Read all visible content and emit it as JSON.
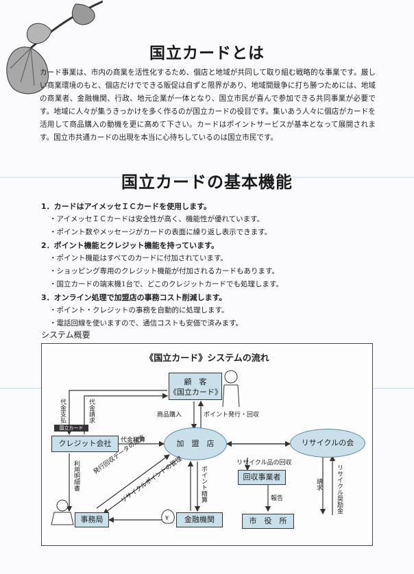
{
  "heading_main": "国立カードとは",
  "intro_text": "カード事業は、市内の商業を活性化するため、個店と地域が共同して取り組む戦略的な事業です。厳しい商業環境のもと、個店だけでできる販促は自ずと限界があり、地域間競争に打ち勝つためには、地域の商業者、金融機関、行政、地元企業が一体となり、国立市民が喜んで参加できる共同事業が必要です。地域に人々が集うきっかけを多く作るのが国立カードの役目です。集いあう人々に個店がカードを活用して商品購入の動機を更に高めて下さい。カードはポイントサービスが基本となって展開されます。国立市共通カードの出現を本当に心待ちしているのは国立市民です。",
  "heading_features": "国立カードの基本機能",
  "features": [
    {
      "head": "1．カードはアイメッセＩＣカードを使用します。",
      "items": [
        "・アイメッセＩＣカードは安全性が高く、機能性が優れています。",
        "・ポイント数やメッセージがカードの表面に繰り返し表示できます。"
      ]
    },
    {
      "head": "2．ポイント機能とクレジット機能を持っています。",
      "items": [
        "・ポイント機能はすべてのカードに付加されています。",
        "・ショッピング専用のクレジット機能が付加されるカードもあります。",
        "・国立カードの端末機1台で、どこのクレジットカードでも処理します。"
      ]
    },
    {
      "head": "3．オンライン処理で加盟店の事務コスト削減します。",
      "items": [
        "・ポイント・クレジットの事務を自動的に処理します。",
        "・電話回線を使いますので、通信コストも安価で済みます。"
      ]
    }
  ],
  "system_label": "システム概要",
  "diagram": {
    "title": "《国立カード》システムの流れ",
    "nodes": {
      "customer_line1": "顧　客",
      "customer_line2": "《国立カード》",
      "credit": "クレジット会社",
      "member_store": "加　盟　店",
      "recycle": "リサイクルの会",
      "collector": "回収事業者",
      "office": "事務局",
      "bank": "金融機関",
      "city": "市　役　所",
      "card_tag": "国立カード"
    },
    "labels": {
      "pay": "代金支払",
      "bill": "代金請求",
      "purchase": "商品購入",
      "points_issue": "ポイント発行・回収",
      "settlement": "代金精算",
      "usage_statement": "利用明細書",
      "data_send": "発行回収データの送信",
      "recycle_point_mgmt": "リサイクルポイントの管理",
      "point_settle": "ポイント精算",
      "recycle_collect": "リサイクル品の回収",
      "request": "請求",
      "report": "報告",
      "subsidy": "リサイクル奨励金"
    }
  }
}
